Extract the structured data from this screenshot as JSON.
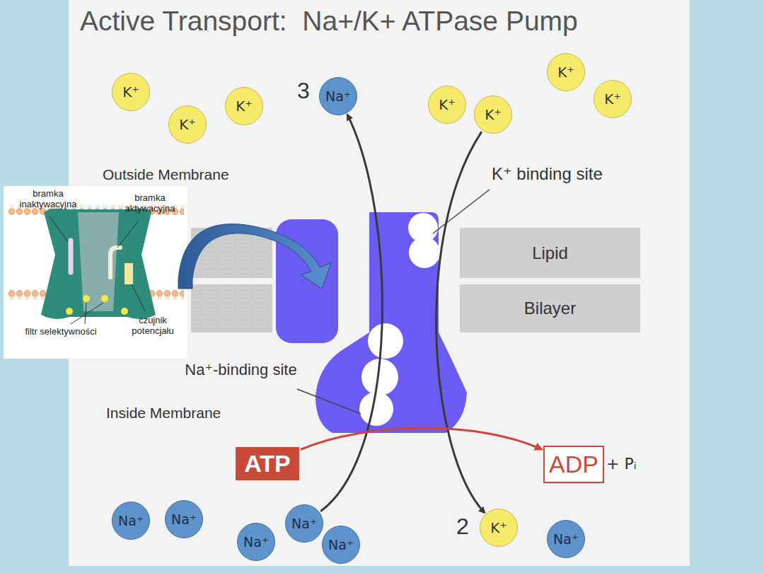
{
  "diagram": {
    "title": "Active Transport:  Na+/K+ ATPase Pump",
    "nodes": [
      {
        "text": [
          "K⁺"
        ]
      },
      {
        "text": [
          "K⁺"
        ]
      },
      {
        "text": [
          "K⁺"
        ]
      },
      {
        "text": [
          "Na⁺"
        ]
      },
      {
        "text": [
          "K⁺"
        ]
      },
      {
        "text": [
          "K⁺"
        ]
      },
      {
        "text": [
          "K⁺"
        ]
      },
      {
        "text": [
          "K⁺"
        ]
      },
      {
        "text": [
          "Lipid"
        ]
      },
      {
        "text": [
          "Bilayer"
        ]
      },
      {
        "text": [
          "ATP"
        ]
      },
      {
        "text": [
          "ADP"
        ]
      },
      {
        "text": [
          "Na⁺"
        ]
      },
      {
        "text": [
          "Na⁺"
        ]
      },
      {
        "text": [
          "Na⁺"
        ]
      },
      {
        "text": [
          "Na⁺"
        ]
      },
      {
        "text": [
          "Na⁺"
        ]
      },
      {
        "text": [
          "K⁺"
        ]
      },
      {
        "text": [
          "Na⁺"
        ]
      }
    ],
    "edges": [
      {
        "from": 14,
        "to": 3,
        "arrow": "to"
      },
      {
        "from": 5,
        "to": 17,
        "arrow": "to"
      },
      {
        "from": 10,
        "to": 11,
        "arrow": "to"
      }
    ],
    "labels": [
      "3",
      "Outside Membrane",
      "K⁺ binding site",
      "Na⁺-binding site",
      "Inside Membrane",
      "+ Pᵢ",
      "2",
      "bramka inaktywacyjna",
      "bramka aktywacyjna",
      "filtr selektywności",
      "czujnik potencjału"
    ]
  }
}
